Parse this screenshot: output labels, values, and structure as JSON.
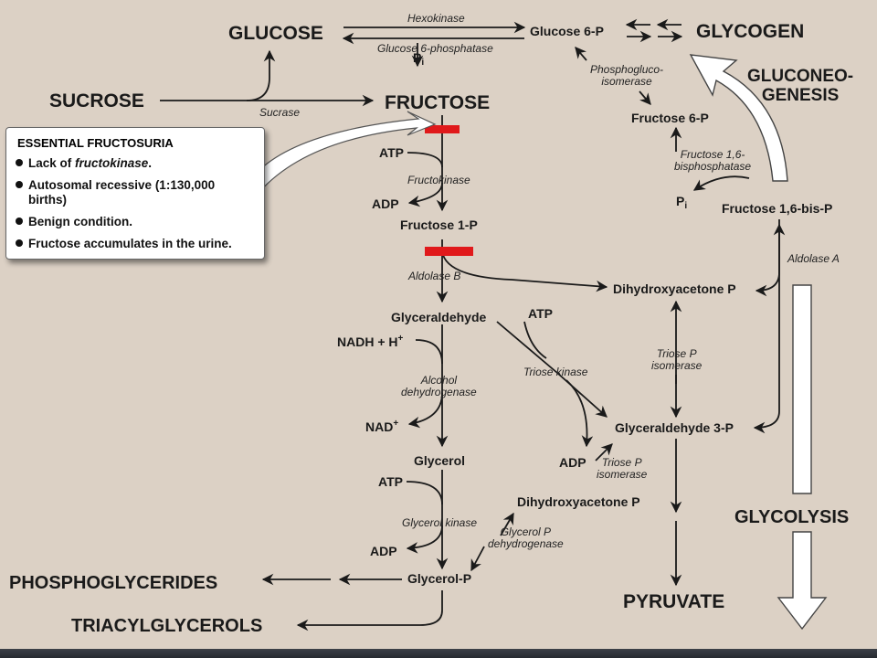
{
  "metabolites": {
    "glucose": "GLUCOSE",
    "glucose_6p": "Glucose 6-P",
    "glycogen": "GLYCOGEN",
    "sucrose": "SUCROSE",
    "fructose": "FRUCTOSE",
    "fructose_6p": "Fructose 6-P",
    "fructose_16bisp": "Fructose 1,6-bis-P",
    "fructose_1p": "Fructose 1-P",
    "dihydroxyacetone_p_upper": "Dihydroxyacetone P",
    "glyceraldehyde": "Glyceraldehyde",
    "glyceraldehyde_3p": "Glyceraldehyde 3-P",
    "glycerol": "Glycerol",
    "dihydroxyacetone_p_lower": "Dihydroxyacetone P",
    "glycerol_p": "Glycerol-P",
    "phosphoglycerides": "PHOSPHOGLYCERIDES",
    "triacylglycerols": "TRIACYLGLYCEROLS",
    "pyruvate": "PYRUVATE"
  },
  "cofactors": {
    "pi_top": {
      "main": "P",
      "sub": "i"
    },
    "pi_right": {
      "main": "P",
      "sub": "i"
    },
    "atp_fructokinase": "ATP",
    "adp_fructokinase": "ADP",
    "atp_triose": "ATP",
    "nadh": {
      "main": "NADH + H",
      "sup": "+"
    },
    "nad": {
      "main": "NAD",
      "sup": "+"
    },
    "adp_triose": "ADP",
    "atp_glycerol": "ATP",
    "adp_glycerol": "ADP"
  },
  "enzymes": {
    "hexokinase": "Hexokinase",
    "glucose_6_phosphatase": "Glucose 6-phosphatase",
    "phosphoglucoisomerase_line1": "Phosphogluco-",
    "phosphoglucoisomerase_line2": "isomerase",
    "sucrase": "Sucrase",
    "fructose_bisphosphatase_line1": "Fructose 1,6-",
    "fructose_bisphosphatase_line2": "bisphosphatase",
    "fructokinase": "Fructokinase",
    "aldolase_b": "Aldolase B",
    "aldolase_a": "Aldolase A",
    "triose_p_isomerase_upper_line1": "Triose P",
    "triose_p_isomerase_upper_line2": "isomerase",
    "alcohol_dehydrogenase_line1": "Alcohol",
    "alcohol_dehydrogenase_line2": "dehydrogenase",
    "triose_kinase": "Triose kinase",
    "triose_p_isomerase_lower_line1": "Triose P",
    "triose_p_isomerase_lower_line2": "isomerase",
    "glycerol_kinase": "Glycerol kinase",
    "glycerol_p_dehydrogenase_line1": "Glycerol P",
    "glycerol_p_dehydrogenase_line2": "dehydrogenase"
  },
  "processes": {
    "gluconeogenesis_line1": "GLUCONEO-",
    "gluconeogenesis_line2": "GENESIS",
    "glycolysis": "GLYCOLYSIS"
  },
  "callout": {
    "title": "ESSENTIAL FRUCTOSURIA",
    "bullet1_prefix": "Lack of ",
    "bullet1_italic": "fructokinase",
    "bullet1_suffix": ".",
    "bullet2_line1": "Autosomal recessive (1:130,000",
    "bullet2_line2": "births)",
    "bullet3": "Benign condition.",
    "bullet4": "Fructose accumulates in the urine."
  },
  "colors": {
    "background": "#dcd1c5",
    "block_marker": "#e0191b",
    "arrow": "#1a1a1a",
    "big_arrow_fill": "#ffffff"
  }
}
